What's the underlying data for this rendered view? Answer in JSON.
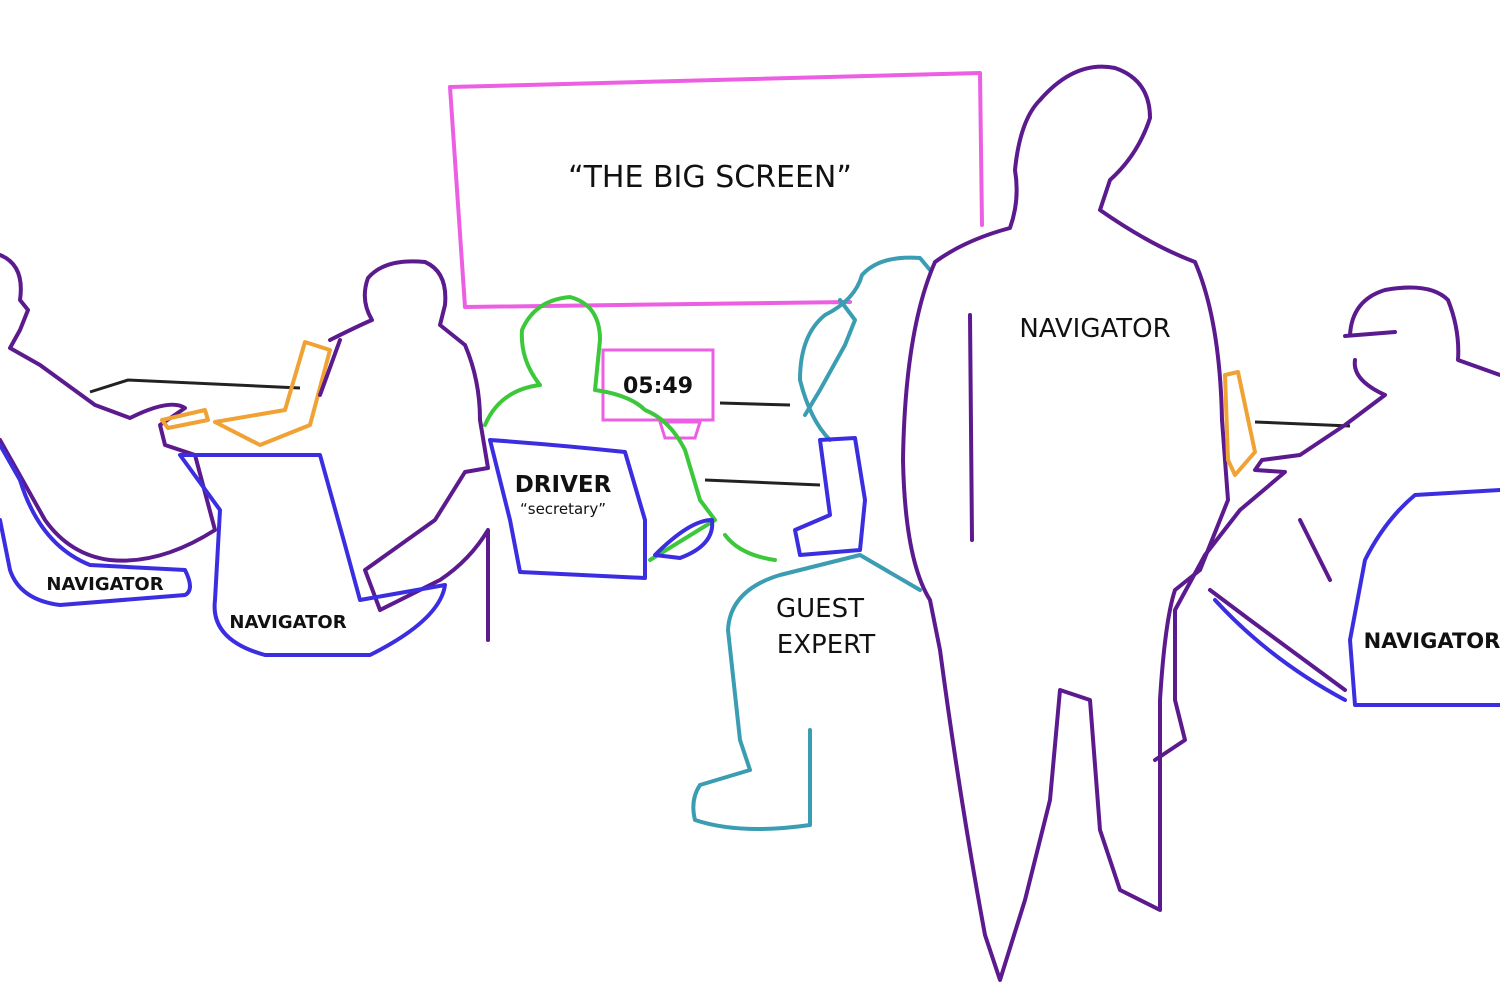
{
  "big_screen": {
    "label": "“THE BIG SCREEN”",
    "color": "#ec5fe3"
  },
  "timer": {
    "value": "05:49",
    "color": "#ec5fe3"
  },
  "driver": {
    "label": "DRIVER",
    "sublabel": "“secretary”",
    "color": "#3cc83a"
  },
  "guest_expert": {
    "line1": "GUEST",
    "line2": "EXPERT",
    "color": "#3a9db2"
  },
  "navigators": [
    {
      "label": "NAVIGATOR"
    },
    {
      "label": "NAVIGATOR"
    },
    {
      "label": "NAVIGATOR"
    },
    {
      "label": "NAVIGATOR"
    }
  ],
  "colors": {
    "person": "#5b1a8e",
    "chair": "#3a2ee0",
    "laptop": "#f0a234",
    "table": "#222222"
  }
}
